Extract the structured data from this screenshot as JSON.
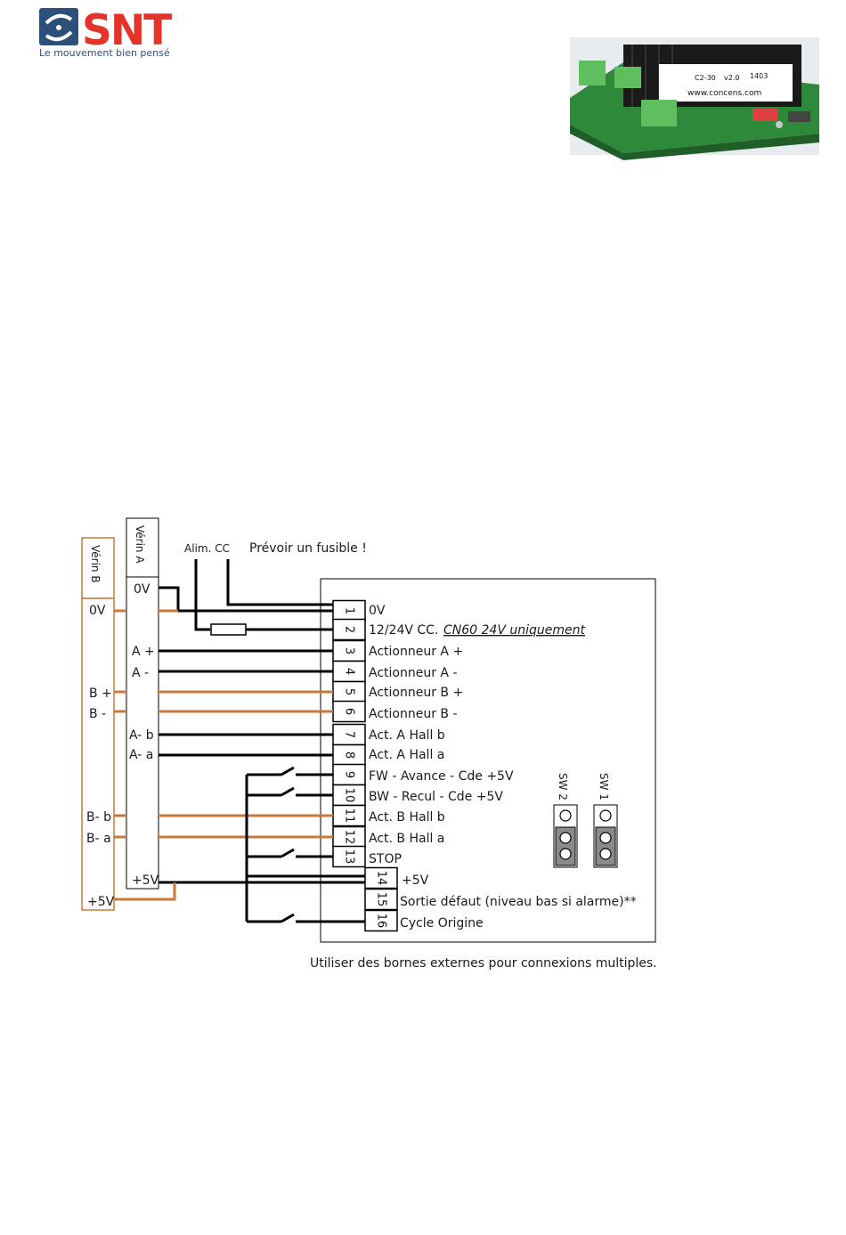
{
  "logo": {
    "brand": "SNT",
    "tagline": "Le mouvement bien pensé",
    "colors": {
      "brand_blue": "#2d4f7c",
      "brand_red": "#e63329"
    }
  },
  "product_photo": {
    "label_model": "C2-30",
    "label_version": "v2.0",
    "label_code": "1403",
    "label_url": "www.concens.com"
  },
  "diagram": {
    "verin_a": {
      "title": "Vérin A",
      "pins": [
        "0V",
        "A +",
        "A  -",
        "A- b",
        "A- a",
        "+5V"
      ]
    },
    "verin_b": {
      "title": "Vérin B",
      "pins": [
        "0V",
        "B +",
        "B  -",
        "B- b",
        "B- a",
        "+5V"
      ]
    },
    "alim_label": "Alim. CC",
    "fuse_note": "Prévoir un fusible !",
    "terminals": [
      {
        "num": "1",
        "label": "0V"
      },
      {
        "num": "2",
        "label": "12/24V CC.",
        "note": "CN60 24V uniquement"
      },
      {
        "num": "3",
        "label": "Actionneur A +"
      },
      {
        "num": "4",
        "label": "Actionneur A -"
      },
      {
        "num": "5",
        "label": "Actionneur B +"
      },
      {
        "num": "6",
        "label": "Actionneur B -"
      },
      {
        "num": "7",
        "label": "Act. A Hall b"
      },
      {
        "num": "8",
        "label": "Act. A Hall a"
      },
      {
        "num": "9",
        "label": "FW - Avance - Cde +5V"
      },
      {
        "num": "10",
        "label": "BW - Recul - Cde +5V"
      },
      {
        "num": "11",
        "label": "Act. B Hall b"
      },
      {
        "num": "12",
        "label": "Act. B Hall a"
      },
      {
        "num": "13",
        "label": "STOP"
      },
      {
        "num": "14",
        "label": "+5V"
      },
      {
        "num": "15",
        "label": "Sortie défaut (niveau bas si alarme)**"
      },
      {
        "num": "16",
        "label": "Cycle Origine"
      }
    ],
    "switches": [
      "SW 2",
      "SW 1"
    ],
    "footer_note": "Utiliser des bornes externes pour connexions multiples.",
    "colors": {
      "wire_black": "#000000",
      "wire_orange": "#c97a3a"
    }
  }
}
